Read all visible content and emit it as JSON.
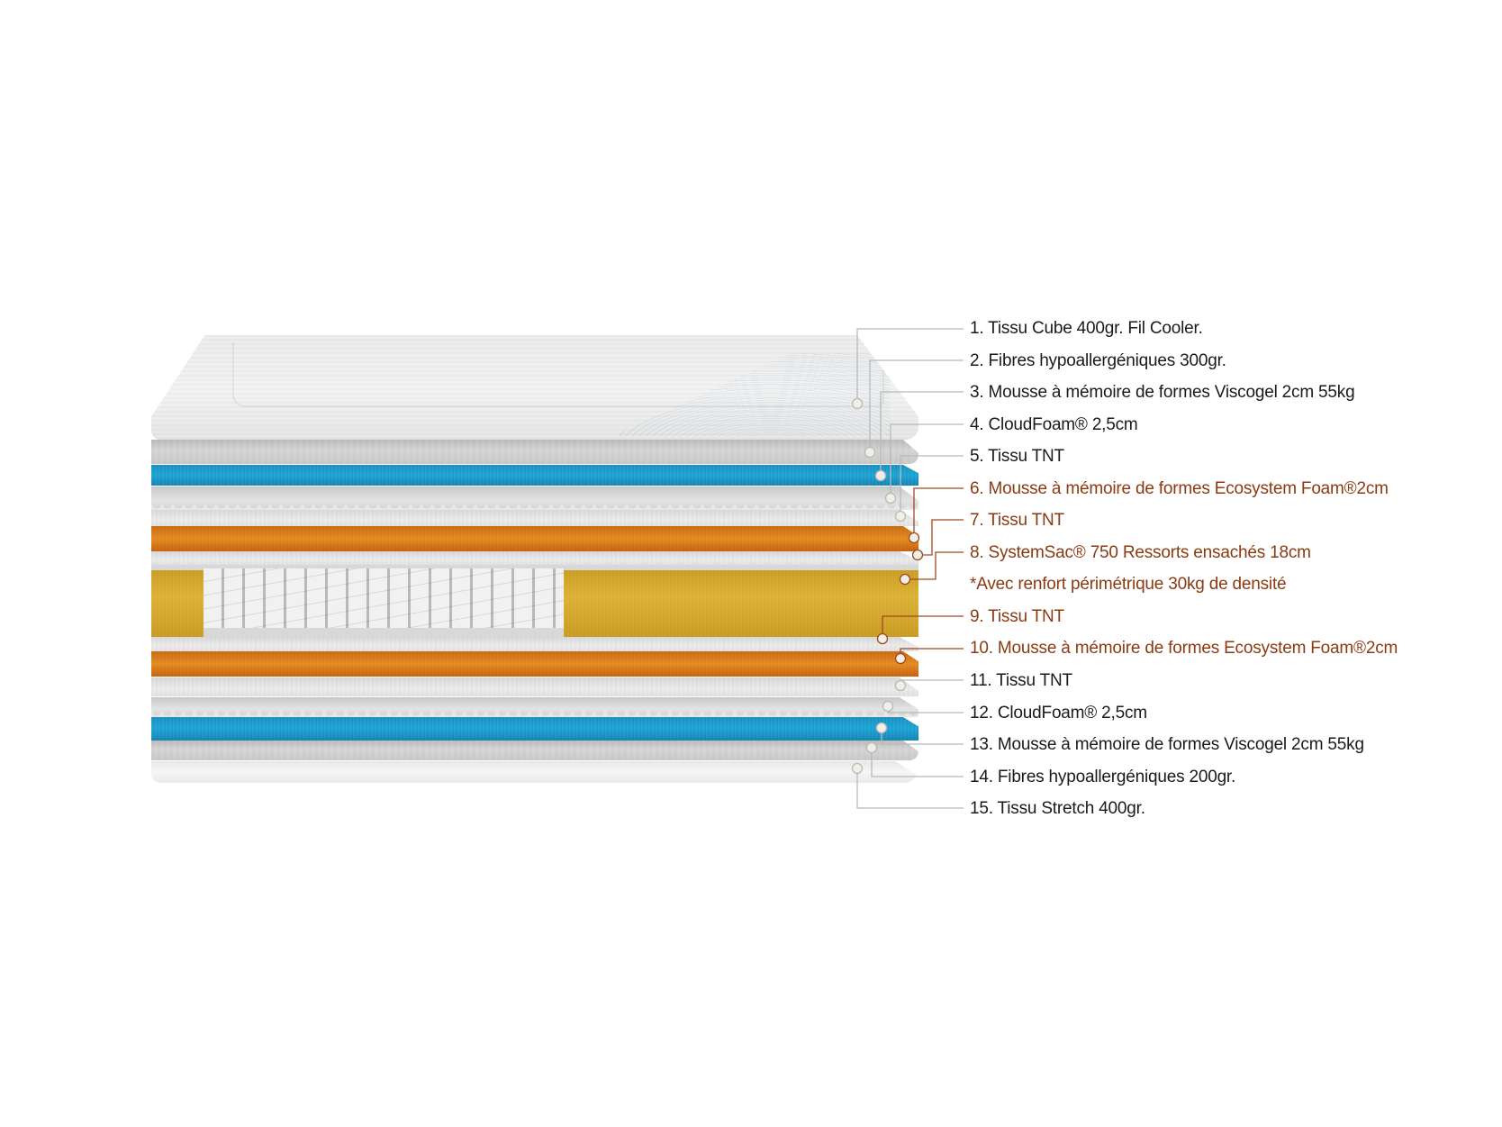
{
  "diagram": {
    "type": "exploded-layer-view",
    "subject": "mattress cross-section",
    "colors": {
      "label_default": "#1a1a1a",
      "label_accent": "#8a3a12",
      "leader_default": "#b9b9b9",
      "leader_accent": "#9c4a22",
      "layer_blue": "#1ba3d4",
      "layer_orange": "#e38a1f",
      "layer_yellow": "#dbb033",
      "layer_grey": "#d6d6d6"
    },
    "labels": [
      {
        "n": 1,
        "text": "1. Tissu Cube 400gr. Fil Cooler.",
        "accent": false
      },
      {
        "n": 2,
        "text": "2. Fibres hypoallergéniques 300gr.",
        "accent": false
      },
      {
        "n": 3,
        "text": "3. Mousse à mémoire de formes Viscogel 2cm 55kg",
        "accent": false
      },
      {
        "n": 4,
        "text": "4. CloudFoam® 2,5cm",
        "accent": false
      },
      {
        "n": 5,
        "text": "5. Tissu TNT",
        "accent": false
      },
      {
        "n": 6,
        "text": "6. Mousse à mémoire de formes Ecosystem Foam®2cm",
        "accent": true
      },
      {
        "n": 7,
        "text": "7. Tissu TNT",
        "accent": true
      },
      {
        "n": 8,
        "text": "8. SystemSac® 750 Ressorts ensachés 18cm",
        "accent": true
      },
      {
        "n": 0,
        "text": "*Avec renfort périmétrique 30kg de densité",
        "accent": true
      },
      {
        "n": 9,
        "text": "9. Tissu TNT",
        "accent": true
      },
      {
        "n": 10,
        "text": "10. Mousse à mémoire de formes Ecosystem Foam®2cm",
        "accent": true
      },
      {
        "n": 11,
        "text": "11. Tissu TNT",
        "accent": false
      },
      {
        "n": 12,
        "text": "12. CloudFoam® 2,5cm",
        "accent": false
      },
      {
        "n": 13,
        "text": "13. Mousse à mémoire de formes Viscogel 2cm 55kg",
        "accent": false
      },
      {
        "n": 14,
        "text": "14. Fibres hypoallergéniques 200gr.",
        "accent": false
      },
      {
        "n": 15,
        "text": "15. Tissu Stretch 400gr.",
        "accent": false
      }
    ]
  }
}
